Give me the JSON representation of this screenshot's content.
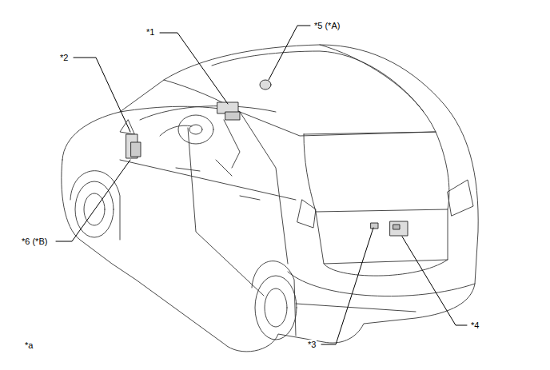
{
  "diagram": {
    "labels": [
      "*1",
      "*5 (*A)",
      "*2",
      "*6 (*B)",
      "*3",
      "*4",
      "*a"
    ]
  }
}
